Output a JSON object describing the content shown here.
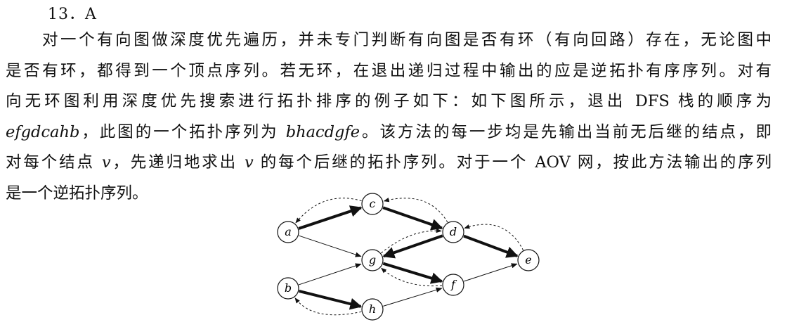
{
  "question": {
    "number": "13．A"
  },
  "text": {
    "l1": "对一个有向图做深度优先遍历，并未专门判断有向图是否有环（有向回路）存在，无论图中",
    "l2": "是否有环，都得到一个顶点序列。若无环，在退出递归过程中输出的应是逆拓扑有序序列。对有",
    "l3": "向无环图利用深度优先搜索进行拓扑排序的例子如下：如下图所示，退出 DFS 栈的顺序为",
    "l4_a": "efgdcahb",
    "l4_b": "，此图的一个拓扑序列为 ",
    "l4_c": "bhacdgfe",
    "l4_d": "。该方法的每一步均是先输出当前无后继的结点，即",
    "l5_a": "对每个结点 ",
    "l5_v1": "v",
    "l5_b": "，先递归地求出 ",
    "l5_v2": "v",
    "l5_c": " 的每个后继的拓扑序列。对于一个 AOV 网，按此方法输出的序列",
    "l6": "是一个逆拓扑序列。"
  },
  "graph": {
    "nodes": [
      {
        "id": "a",
        "label": "a"
      },
      {
        "id": "b",
        "label": "b"
      },
      {
        "id": "c",
        "label": "c"
      },
      {
        "id": "d",
        "label": "d"
      },
      {
        "id": "e",
        "label": "e"
      },
      {
        "id": "f",
        "label": "f"
      },
      {
        "id": "g",
        "label": "g"
      },
      {
        "id": "h",
        "label": "h"
      }
    ],
    "edges": [
      {
        "from": "a",
        "to": "c",
        "style": "thick"
      },
      {
        "from": "c",
        "to": "d",
        "style": "thick"
      },
      {
        "from": "d",
        "to": "g",
        "style": "thick"
      },
      {
        "from": "g",
        "to": "f",
        "style": "thick"
      },
      {
        "from": "d",
        "to": "e",
        "style": "thick"
      },
      {
        "from": "b",
        "to": "h",
        "style": "thick"
      },
      {
        "from": "a",
        "to": "g",
        "style": "thin"
      },
      {
        "from": "b",
        "to": "g",
        "style": "thin"
      },
      {
        "from": "h",
        "to": "f",
        "style": "thin"
      },
      {
        "from": "f",
        "to": "e",
        "style": "thin"
      }
    ],
    "backtracks": [
      {
        "from": "c",
        "to": "a"
      },
      {
        "from": "d",
        "to": "c"
      },
      {
        "from": "e",
        "to": "d"
      },
      {
        "from": "g",
        "to": "d"
      },
      {
        "from": "f",
        "to": "g"
      },
      {
        "from": "h",
        "to": "b"
      }
    ]
  }
}
